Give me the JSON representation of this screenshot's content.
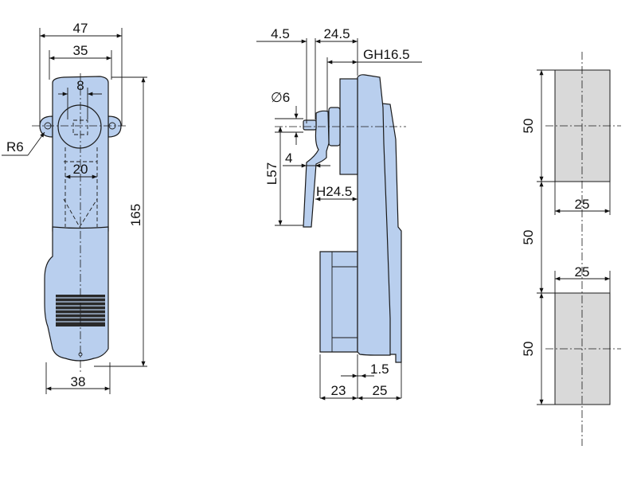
{
  "colors": {
    "part_fill": "#b9cfee",
    "gray_fill": "#d9d9d9"
  },
  "front_view": {
    "width_overall": "47",
    "lug_spacing": "35",
    "key_width": "8",
    "radius": "R6",
    "inner_width": "20",
    "height": "165",
    "bottom_width": "38"
  },
  "side_view": {
    "shaft_dist": "4.5",
    "shaft_length": "24.5",
    "gh": "GH16.5",
    "shaft_diameter": "∅6",
    "lever_length": "L57",
    "lever_thickness": "4",
    "h": "H24.5",
    "lip": "1.5",
    "depth_back": "23",
    "depth_front": "25"
  },
  "cutout_view": {
    "height_top": "50",
    "height_middle": "50",
    "height_bottom": "50",
    "width_top": "25",
    "width_bottom": "25"
  }
}
